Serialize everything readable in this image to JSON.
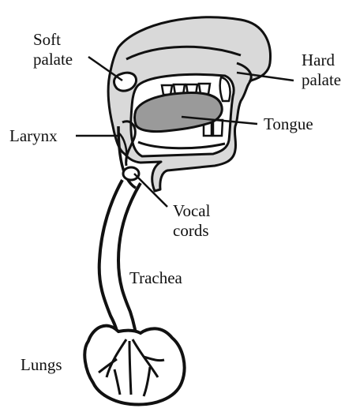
{
  "diagram": {
    "labels": {
      "soft_palate": [
        "Soft",
        "palate"
      ],
      "hard_palate": [
        "Hard",
        "palate"
      ],
      "larynx": "Larynx",
      "tongue": "Tongue",
      "vocal_cords": [
        "Vocal",
        "cords"
      ],
      "trachea": "Trachea",
      "lungs": "Lungs"
    },
    "colors": {
      "ink": "#111111",
      "head_fill": "#d9d9d9",
      "tongue_fill": "#9a9a9a",
      "background": "#ffffff"
    }
  }
}
